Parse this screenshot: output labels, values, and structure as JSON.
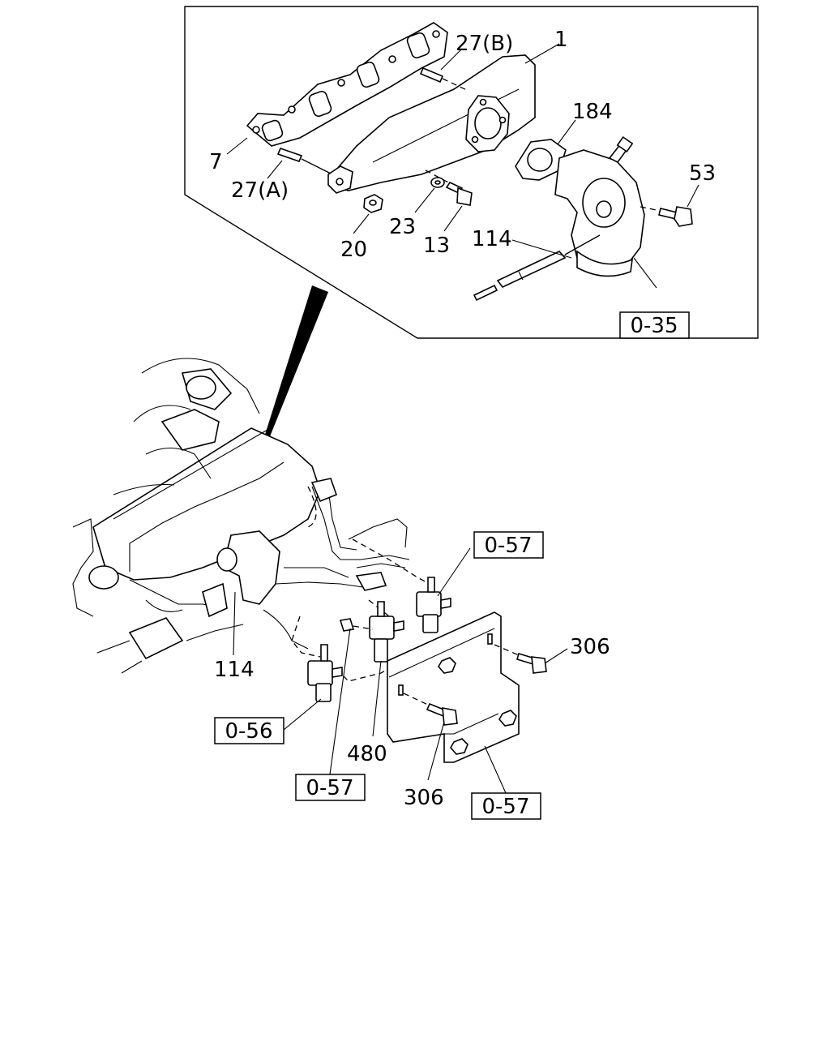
{
  "labels": {
    "part_1": "1",
    "part_27b": "27(B)",
    "part_184": "184",
    "part_7": "7",
    "part_27a": "27(A)",
    "part_53": "53",
    "part_23": "23",
    "part_13": "13",
    "part_20": "20",
    "part_114_top": "114",
    "part_114_bottom": "114",
    "part_306_right": "306",
    "part_306_bottom": "306",
    "part_480": "480"
  },
  "references": {
    "ref_035": "0-35",
    "ref_057_top": "0-57",
    "ref_056": "0-56",
    "ref_057_mid": "0-57",
    "ref_057_right": "0-57"
  }
}
